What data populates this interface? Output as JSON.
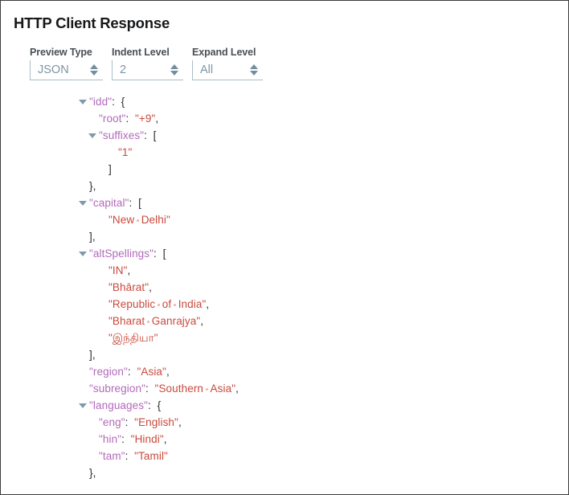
{
  "window": {
    "title": "HTTP Client Response",
    "border_color": "#3c3c3c",
    "background": "#ffffff"
  },
  "controls": {
    "fields": [
      {
        "name": "preview-type",
        "label": "Preview Type",
        "value": "JSON",
        "options": [
          "JSON"
        ],
        "stepper_up_icon": "triangle-up-icon",
        "stepper_down_icon": "triangle-down-icon"
      },
      {
        "name": "indent-level",
        "label": "Indent Level",
        "value": "2",
        "options": [
          "2"
        ],
        "stepper_up_icon": "triangle-up-icon",
        "stepper_down_icon": "triangle-down-icon"
      },
      {
        "name": "expand-level",
        "label": "Expand Level",
        "value": "All",
        "options": [
          "All"
        ],
        "stepper_up_icon": "triangle-up-icon",
        "stepper_down_icon": "triangle-down-icon"
      }
    ]
  },
  "colors": {
    "key": "#b269bb",
    "string": "#c9493c",
    "punctuation": "#2b2b2b",
    "caret": "#7f9aa8",
    "whitespace_dot": "#eab4ae",
    "label": "#4a4f54",
    "input_text": "#7d96a5",
    "input_border": "#a9bdc7"
  },
  "json_view": {
    "lines": [
      {
        "indent": 0,
        "caret": true,
        "key": "idd",
        "colon": true,
        "punct": "{"
      },
      {
        "indent": 1,
        "caret": false,
        "key": "root",
        "colon": true,
        "value": "\"+9\"",
        "trailing": ","
      },
      {
        "indent": 1,
        "caret": true,
        "key": "suffixes",
        "colon": true,
        "punct": "["
      },
      {
        "indent": 3,
        "caret": false,
        "value": "\"1\""
      },
      {
        "indent": 2,
        "caret": false,
        "punct": "]"
      },
      {
        "indent": 0,
        "caret": false,
        "punct": "},"
      },
      {
        "indent": 0,
        "caret": true,
        "key": "capital",
        "colon": true,
        "punct": "["
      },
      {
        "indent": 2,
        "caret": false,
        "value": "\"New Delhi\""
      },
      {
        "indent": 0,
        "caret": false,
        "punct": "],"
      },
      {
        "indent": 0,
        "caret": true,
        "key": "altSpellings",
        "colon": true,
        "punct": "["
      },
      {
        "indent": 2,
        "caret": false,
        "value": "\"IN\"",
        "trailing": ","
      },
      {
        "indent": 2,
        "caret": false,
        "value": "\"Bhārat\"",
        "trailing": ","
      },
      {
        "indent": 2,
        "caret": false,
        "value": "\"Republic of India\"",
        "trailing": ","
      },
      {
        "indent": 2,
        "caret": false,
        "value": "\"Bharat Ganrajya\"",
        "trailing": ","
      },
      {
        "indent": 2,
        "caret": false,
        "value": "\"இந்தியா\""
      },
      {
        "indent": 0,
        "caret": false,
        "punct": "],"
      },
      {
        "indent": 0,
        "caret": false,
        "key": "region",
        "colon": true,
        "value": "\"Asia\"",
        "trailing": ","
      },
      {
        "indent": 0,
        "caret": false,
        "key": "subregion",
        "colon": true,
        "value": "\"Southern Asia\"",
        "trailing": ","
      },
      {
        "indent": 0,
        "caret": true,
        "key": "languages",
        "colon": true,
        "punct": "{"
      },
      {
        "indent": 1,
        "caret": false,
        "key": "eng",
        "colon": true,
        "value": "\"English\"",
        "trailing": ","
      },
      {
        "indent": 1,
        "caret": false,
        "key": "hin",
        "colon": true,
        "value": "\"Hindi\"",
        "trailing": ","
      },
      {
        "indent": 1,
        "caret": false,
        "key": "tam",
        "colon": true,
        "value": "\"Tamil\""
      },
      {
        "indent": 0,
        "caret": false,
        "punct": "},"
      }
    ]
  }
}
